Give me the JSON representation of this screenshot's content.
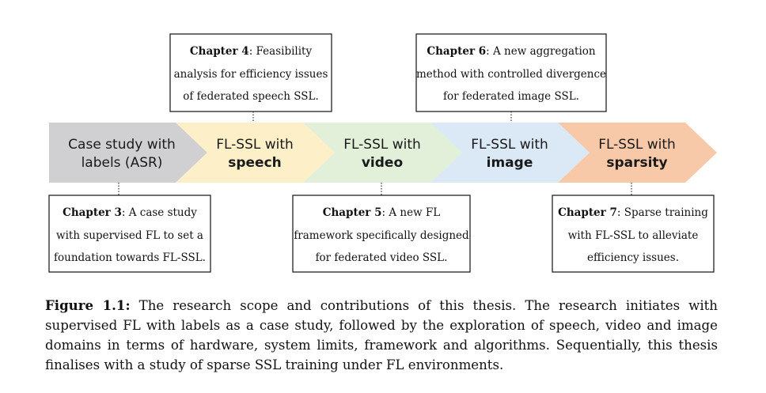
{
  "stages": [
    {
      "line1": "Case study with",
      "line2": "labels (ASR)",
      "line2_bold": false,
      "color": "#d0cfd2"
    },
    {
      "line1": "FL-SSL with",
      "line2": "speech",
      "line2_bold": true,
      "color": "#fdf0c8"
    },
    {
      "line1": "FL-SSL with",
      "line2": "video",
      "line2_bold": true,
      "color": "#e2efd9"
    },
    {
      "line1": "FL-SSL with",
      "line2": "image",
      "line2_bold": true,
      "color": "#dbe8f5"
    },
    {
      "line1": "FL-SSL with",
      "line2": "sparsity",
      "line2_bold": true,
      "color": "#f8c9a9"
    }
  ],
  "boxes": {
    "chapter4": {
      "title": "Chapter 4",
      "line1_rest": ": Feasibility",
      "line2": "analysis for efficiency issues",
      "line3": "of federated speech SSL."
    },
    "chapter6": {
      "title": "Chapter 6",
      "line1_rest": ": A new aggregation",
      "line2": "method with controlled divergence",
      "line3": "for federated image SSL."
    },
    "chapter3": {
      "title": "Chapter 3",
      "line1_rest": ": A case study",
      "line2": "with supervised FL to set a",
      "line3": "foundation  towards FL-SSL."
    },
    "chapter5": {
      "title": "Chapter 5",
      "line1_rest": ": A new FL",
      "line2": "framework specifically designed",
      "line3": "for federated video SSL."
    },
    "chapter7": {
      "title": "Chapter 7",
      "line1_rest": ": Sparse training",
      "line2": "with FL-SSL to alleviate",
      "line3": "efficiency issues."
    }
  },
  "caption": {
    "label": "Figure 1.1:",
    "text": "The research scope and contributions of this thesis. The research initiates with supervised FL with labels as a case study, followed by the exploration of speech, video and image domains in terms of hardware, system limits, framework and algorithms. Sequentially, this thesis finalises with a study of sparse SSL training under FL environments."
  }
}
